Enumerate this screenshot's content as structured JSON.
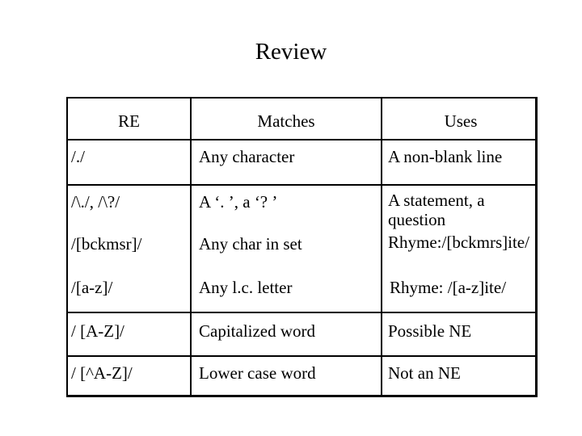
{
  "title": "Review",
  "table": {
    "headers": [
      "RE",
      "Matches",
      "Uses"
    ],
    "rows": [
      [
        "/./",
        "Any character",
        "A non-blank line"
      ],
      [
        "/\\./, /\\?/",
        "A ‘. ’, a ‘? ’",
        "A statement, a question"
      ],
      [
        "/[bckmsr]/",
        "Any char in set",
        "Rhyme:/[bckmrs]ite/"
      ],
      [
        "/[a-z]/",
        "Any l.c. letter",
        "Rhyme: /[a-z]ite/"
      ],
      [
        "/ [A-Z]/",
        "Capitalized word",
        "Possible NE"
      ],
      [
        "/ [^A-Z]/",
        "Lower case word",
        "Not an NE"
      ]
    ]
  }
}
